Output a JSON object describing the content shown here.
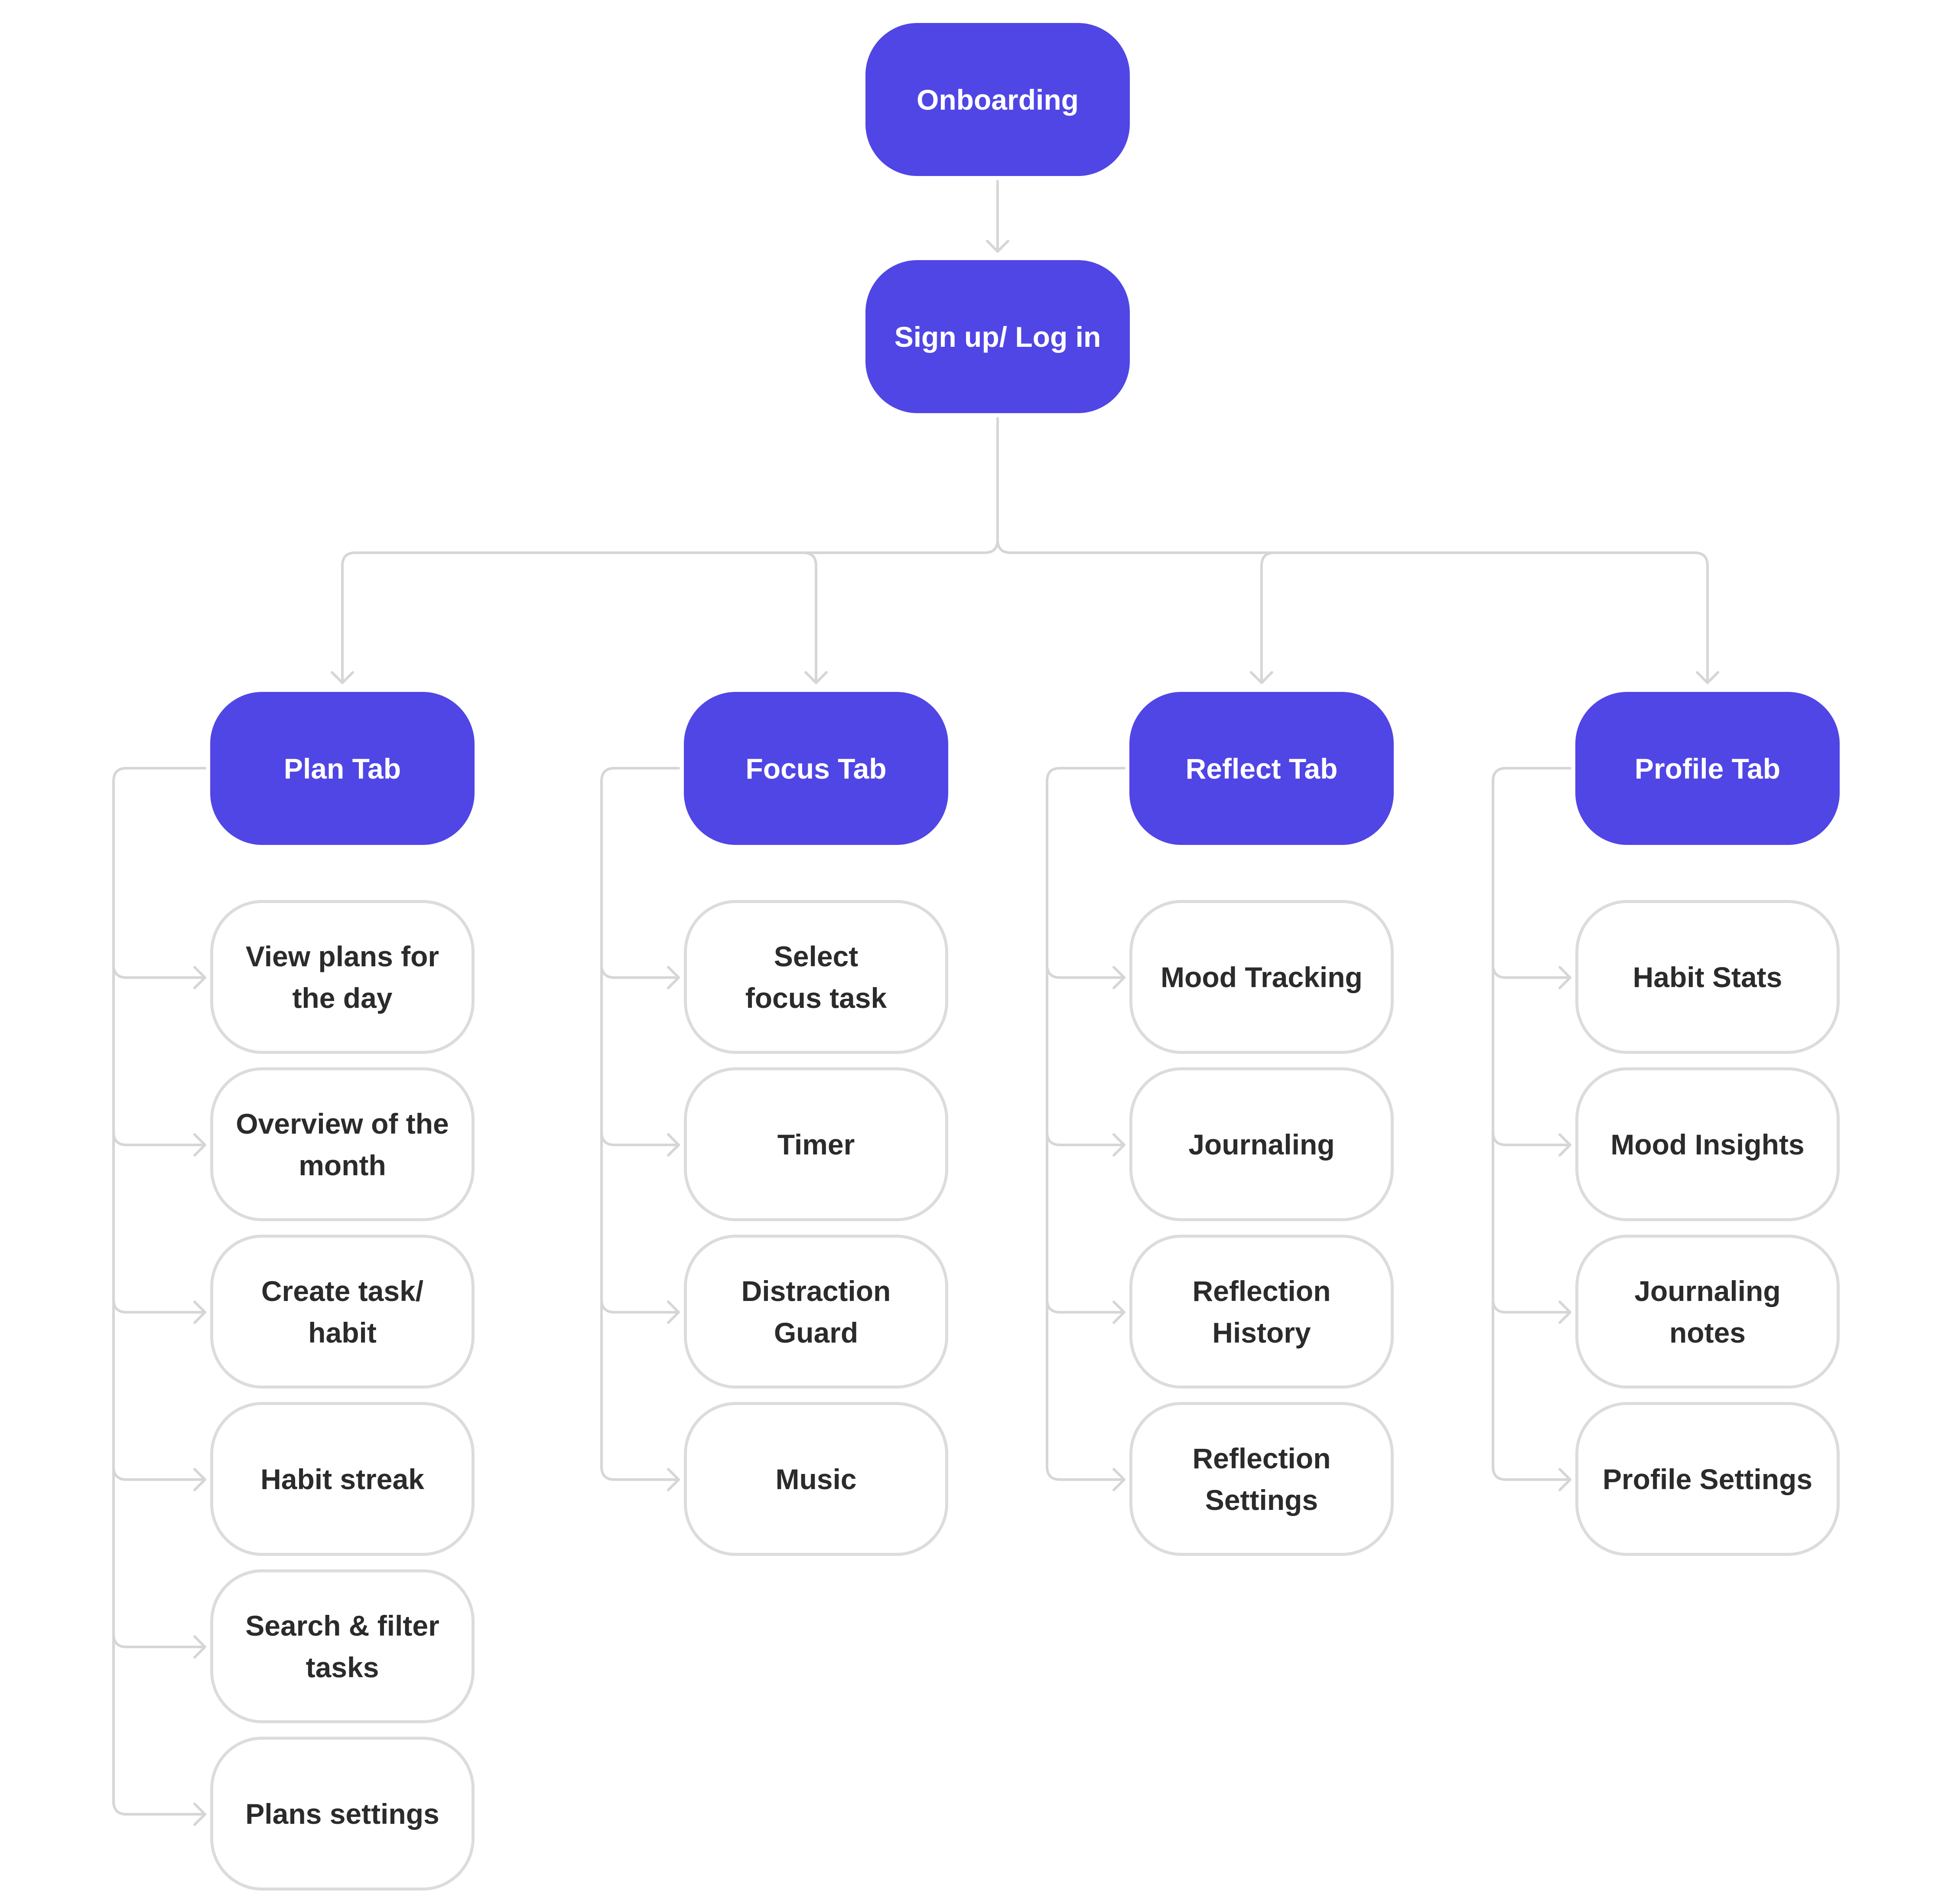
{
  "colors": {
    "primary": "#5046e5",
    "connector": "#d6d6d6",
    "outline": "#dcdcdc",
    "text_dark": "#2b2b2b"
  },
  "root": {
    "onboarding": "Onboarding",
    "signup": "Sign up/ Log in"
  },
  "tabs": [
    {
      "label": "Plan Tab",
      "children": [
        "View plans for\nthe day",
        "Overview of the\nmonth",
        "Create task/\nhabit",
        "Habit streak",
        "Search & filter\ntasks",
        "Plans settings"
      ]
    },
    {
      "label": "Focus Tab",
      "children": [
        "Select\nfocus task",
        "Timer",
        "Distraction\nGuard",
        "Music"
      ]
    },
    {
      "label": "Reflect Tab",
      "children": [
        "Mood Tracking",
        "Journaling",
        "Reflection\nHistory",
        "Reflection\nSettings"
      ]
    },
    {
      "label": "Profile Tab",
      "children": [
        "Habit Stats",
        "Mood Insights",
        "Journaling\nnotes",
        "Profile Settings"
      ]
    }
  ]
}
